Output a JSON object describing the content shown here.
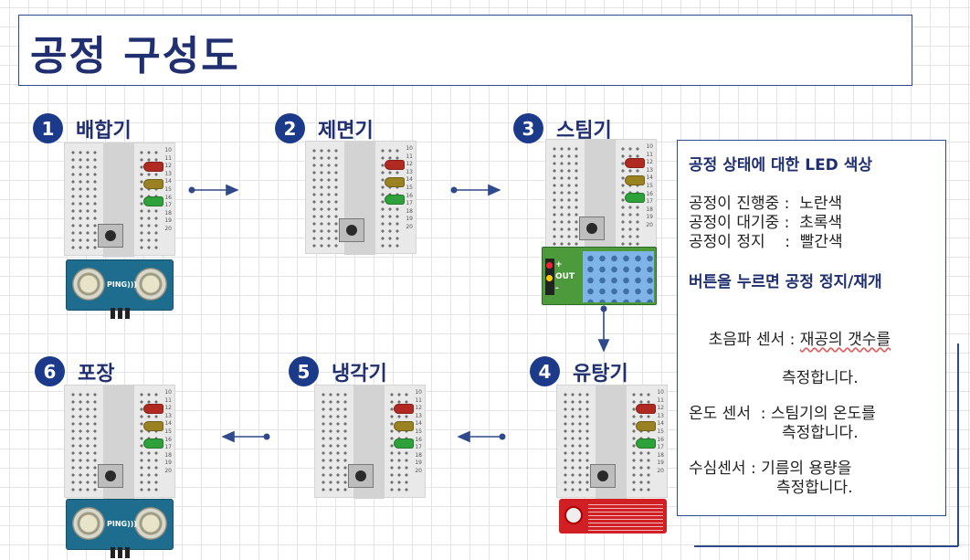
{
  "title": "공정 구성도",
  "steps": [
    {
      "num": "1",
      "label": "배합기"
    },
    {
      "num": "2",
      "label": "제면기"
    },
    {
      "num": "3",
      "label": "스팀기"
    },
    {
      "num": "4",
      "label": "유탕기"
    },
    {
      "num": "5",
      "label": "냉각기"
    },
    {
      "num": "6",
      "label": "포장"
    }
  ],
  "module_labels": {
    "ultrasonic": "PING)))",
    "led_matrix_plus": "+",
    "led_matrix_out": "OUT",
    "led_matrix_minus": "-"
  },
  "breadboard_numbers": "10\n11\n12\n13\n14\n15\n16\n17\n18\n19\n20",
  "info": {
    "heading": "공정 상태에 대한 LED 색상",
    "states": [
      "공정이 진행중 :  노란색",
      "공정이 대기중 :  초록색",
      "공정이 정지    :  빨간색"
    ],
    "button_note": "버튼을 누르면 공정 정지/재개",
    "sensors": [
      {
        "line1_prefix": "초음파 센서 : ",
        "line1_squiggle": "재공의 갯수를",
        "line2": "측정합니다."
      },
      {
        "line1_prefix": "온도 센서  : 스팀기의 온도를",
        "line1_squiggle": "",
        "line2": "측정합니다."
      },
      {
        "line1_prefix": "수심센서 : 기름의 용량을",
        "line1_squiggle": "",
        "line2": "측정합니다."
      }
    ]
  },
  "colors": {
    "accent": "#1b3b8a",
    "title": "#1f2f6f",
    "border": "#2f4a8c",
    "led_red": "#b12a22",
    "led_yellow": "#9a8223",
    "led_green": "#2fa13a"
  }
}
